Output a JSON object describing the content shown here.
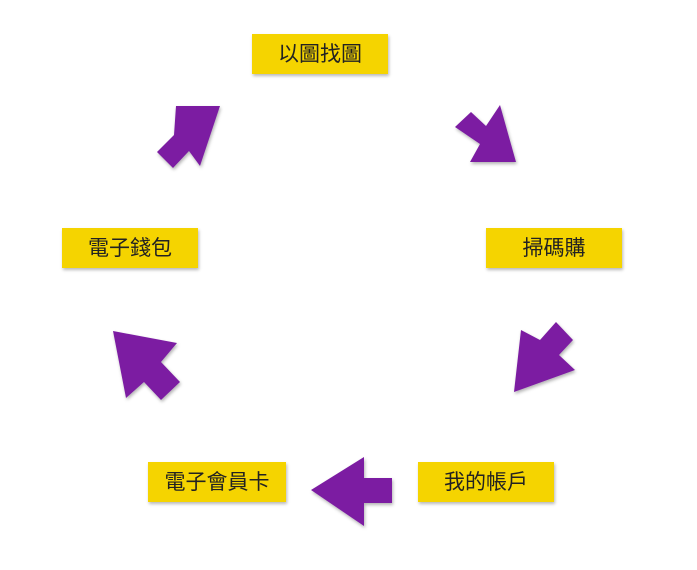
{
  "diagram": {
    "nodes": [
      {
        "id": "search",
        "label": "以圖找圖"
      },
      {
        "id": "scan",
        "label": "掃碼購"
      },
      {
        "id": "account",
        "label": "我的帳戶"
      },
      {
        "id": "member",
        "label": "電子會員卡"
      },
      {
        "id": "wallet",
        "label": "電子錢包"
      }
    ],
    "flow": "clockwise cycle",
    "colors": {
      "box": "#f5d400",
      "arrow": "#7b1fa2",
      "text": "#222222"
    }
  }
}
